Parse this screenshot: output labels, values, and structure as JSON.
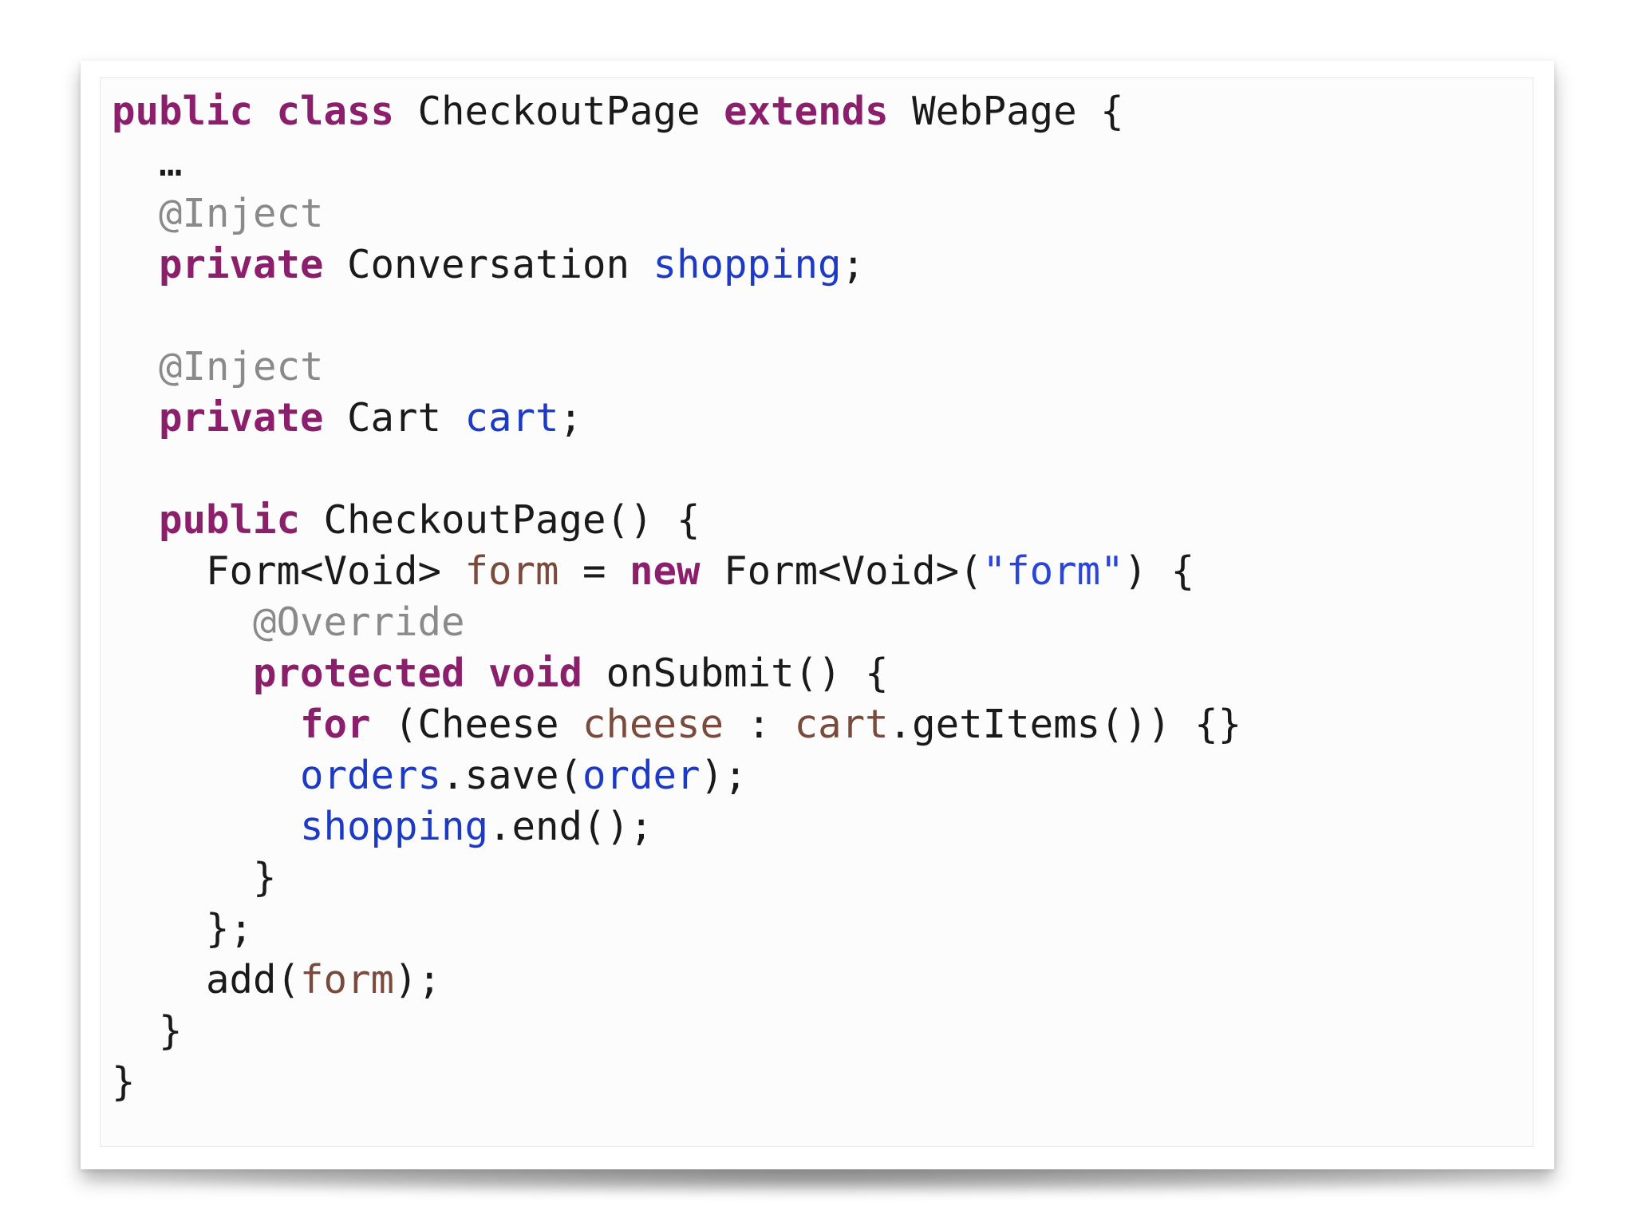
{
  "code": {
    "language": "java",
    "lines": [
      {
        "tokens": [
          {
            "t": "public",
            "k": "kw"
          },
          {
            "t": " ",
            "k": "plain"
          },
          {
            "t": "class",
            "k": "kw"
          },
          {
            "t": " CheckoutPage ",
            "k": "plain"
          },
          {
            "t": "extends",
            "k": "kw"
          },
          {
            "t": " WebPage {",
            "k": "plain"
          }
        ]
      },
      {
        "tokens": [
          {
            "t": "  …",
            "k": "plain"
          }
        ]
      },
      {
        "tokens": [
          {
            "t": "  @Inject",
            "k": "ann"
          }
        ]
      },
      {
        "tokens": [
          {
            "t": "  ",
            "k": "plain"
          },
          {
            "t": "private",
            "k": "kw"
          },
          {
            "t": " Conversation ",
            "k": "plain"
          },
          {
            "t": "shopping",
            "k": "fld"
          },
          {
            "t": ";",
            "k": "plain"
          }
        ]
      },
      {
        "tokens": [
          {
            "t": "",
            "k": "plain"
          }
        ]
      },
      {
        "tokens": [
          {
            "t": "  @Inject",
            "k": "ann"
          }
        ]
      },
      {
        "tokens": [
          {
            "t": "  ",
            "k": "plain"
          },
          {
            "t": "private",
            "k": "kw"
          },
          {
            "t": " Cart ",
            "k": "plain"
          },
          {
            "t": "cart",
            "k": "fld"
          },
          {
            "t": ";",
            "k": "plain"
          }
        ]
      },
      {
        "tokens": [
          {
            "t": "",
            "k": "plain"
          }
        ]
      },
      {
        "tokens": [
          {
            "t": "  ",
            "k": "plain"
          },
          {
            "t": "public",
            "k": "kw"
          },
          {
            "t": " CheckoutPage() {",
            "k": "plain"
          }
        ]
      },
      {
        "tokens": [
          {
            "t": "    Form<Void> ",
            "k": "plain"
          },
          {
            "t": "form",
            "k": "loc"
          },
          {
            "t": " = ",
            "k": "plain"
          },
          {
            "t": "new",
            "k": "kw"
          },
          {
            "t": " Form<Void>(",
            "k": "plain"
          },
          {
            "t": "\"form\"",
            "k": "str"
          },
          {
            "t": ") {",
            "k": "plain"
          }
        ]
      },
      {
        "tokens": [
          {
            "t": "      @Override",
            "k": "ann"
          }
        ]
      },
      {
        "tokens": [
          {
            "t": "      ",
            "k": "plain"
          },
          {
            "t": "protected",
            "k": "kw"
          },
          {
            "t": " ",
            "k": "plain"
          },
          {
            "t": "void",
            "k": "kw"
          },
          {
            "t": " onSubmit() {",
            "k": "plain"
          }
        ]
      },
      {
        "tokens": [
          {
            "t": "        ",
            "k": "plain"
          },
          {
            "t": "for",
            "k": "kw"
          },
          {
            "t": " (Cheese ",
            "k": "plain"
          },
          {
            "t": "cheese",
            "k": "loc"
          },
          {
            "t": " : ",
            "k": "plain"
          },
          {
            "t": "cart",
            "k": "loc"
          },
          {
            "t": ".getItems()) {}",
            "k": "plain"
          }
        ]
      },
      {
        "tokens": [
          {
            "t": "        ",
            "k": "plain"
          },
          {
            "t": "orders",
            "k": "fld"
          },
          {
            "t": ".save(",
            "k": "plain"
          },
          {
            "t": "order",
            "k": "fld"
          },
          {
            "t": ");",
            "k": "plain"
          }
        ]
      },
      {
        "tokens": [
          {
            "t": "        ",
            "k": "plain"
          },
          {
            "t": "shopping",
            "k": "fld"
          },
          {
            "t": ".end();",
            "k": "plain"
          }
        ]
      },
      {
        "tokens": [
          {
            "t": "      }",
            "k": "plain"
          }
        ]
      },
      {
        "tokens": [
          {
            "t": "    };",
            "k": "plain"
          }
        ]
      },
      {
        "tokens": [
          {
            "t": "    add(",
            "k": "plain"
          },
          {
            "t": "form",
            "k": "loc"
          },
          {
            "t": ");",
            "k": "plain"
          }
        ]
      },
      {
        "tokens": [
          {
            "t": "  }",
            "k": "plain"
          }
        ]
      },
      {
        "tokens": [
          {
            "t": "}",
            "k": "plain"
          }
        ]
      }
    ]
  }
}
